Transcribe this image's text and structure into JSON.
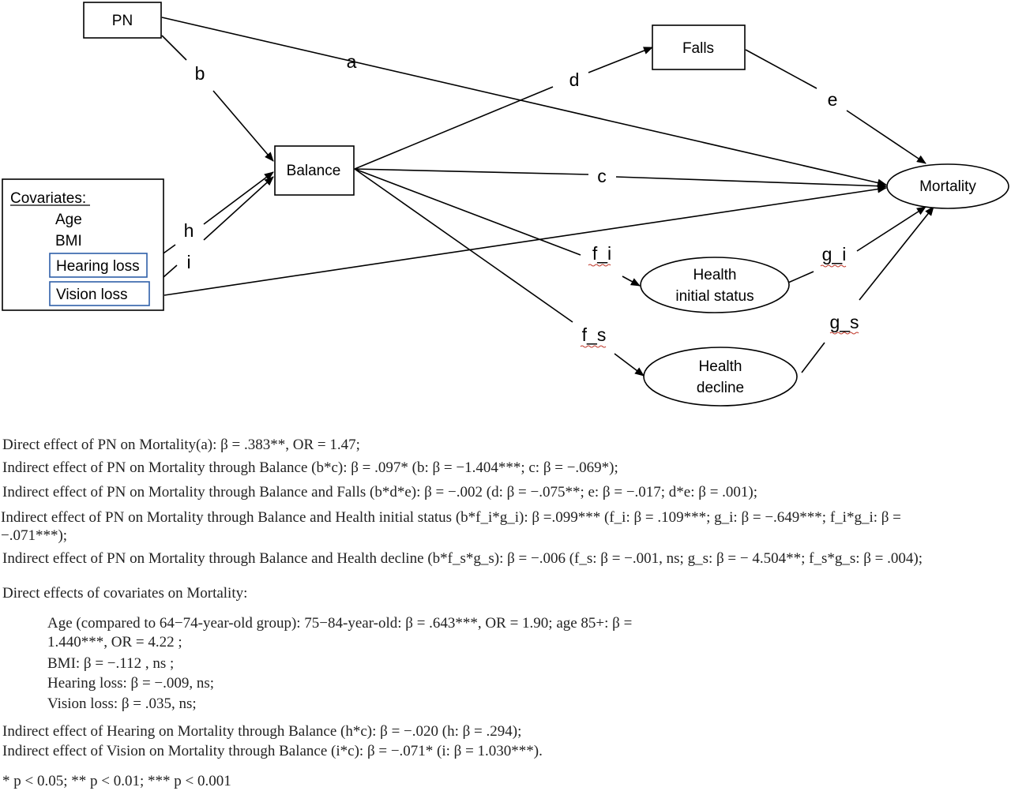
{
  "nodes": {
    "pn": "PN",
    "falls": "Falls",
    "balance": "Balance",
    "mortality": "Mortality",
    "health_initial": [
      "Health",
      "initial status"
    ],
    "health_decline": [
      "Health",
      "decline"
    ]
  },
  "covariates": {
    "title": "Covariates:",
    "items": [
      "Age",
      "BMI"
    ],
    "boxed_items": [
      "Hearing loss",
      "Vision loss"
    ]
  },
  "edge_labels": {
    "a": "a",
    "b": "b",
    "c": "c",
    "d": "d",
    "e": "e",
    "f_i": "f_i",
    "f_s": "f_s",
    "g_i": "g_i",
    "g_s": "g_s",
    "h": "h",
    "i": "i"
  },
  "effects": {
    "l1": "Direct effect of PN on Mortality(a): β = .383**, OR = 1.47;",
    "l2": "Indirect effect of PN on Mortality through Balance (b*c): β = .097* (b: β = −1.404***; c: β = −.069*);",
    "l3": "Indirect effect of PN on Mortality through Balance and Falls (b*d*e): β = −.002 (d: β = −.075**; e: β = −.017; d*e: β = .001);",
    "l4a": "Indirect effect of PN on Mortality through Balance and Health initial status (b*f_i*g_i): β =.099*** (f_i: β = .109***; g_i: β = −.649***; f_i*g_i: β =",
    "l4b": "−.071***);",
    "l5": "Indirect effect of PN on Mortality through Balance and Health decline (b*f_s*g_s): β = −.006 (f_s: β = −.001, ns; g_s: β = − 4.504**; f_s*g_s: β = .004);",
    "l6": "Direct effects of covariates on Mortality:",
    "l7a": "Age (compared to 64−74-year-old group): 75−84-year-old: β = .643***, OR = 1.90; age 85+: β =",
    "l7b": "1.440***, OR = 4.22 ;",
    "l8": "BMI: β = −.112 , ns ;",
    "l9": "Hearing loss: β = −.009, ns;",
    "l10": "Vision loss: β = .035, ns;",
    "l11": "Indirect effect of Hearing on Mortality through Balance (h*c): β = −.020 (h: β = .294);",
    "l12": "Indirect effect of Vision on Mortality through Balance (i*c): β = −.071* (i: β = 1.030***).",
    "note": "* p < 0.05; ** p < 0.01; *** p < 0.001"
  }
}
